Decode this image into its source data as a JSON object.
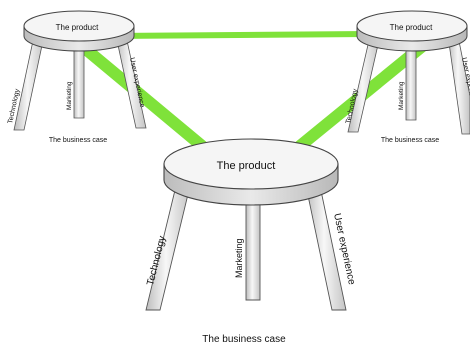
{
  "diagram": {
    "stools": [
      {
        "seat": "The product",
        "legs": [
          "Technology",
          "Marketing",
          "User experience"
        ],
        "base": "The business case"
      },
      {
        "seat": "The product",
        "legs": [
          "Technology",
          "Marketing",
          "User experience"
        ],
        "base": "The business case"
      },
      {
        "seat": "The product",
        "legs": [
          "Technology",
          "Marketing",
          "User experience"
        ],
        "base": "The business case"
      }
    ],
    "colors": {
      "connector": "#7fe23a",
      "seat_top": "#f4f4f4",
      "seat_rim": "#cfcfcf",
      "leg": "#e6e6e6",
      "outline": "#333333"
    }
  }
}
